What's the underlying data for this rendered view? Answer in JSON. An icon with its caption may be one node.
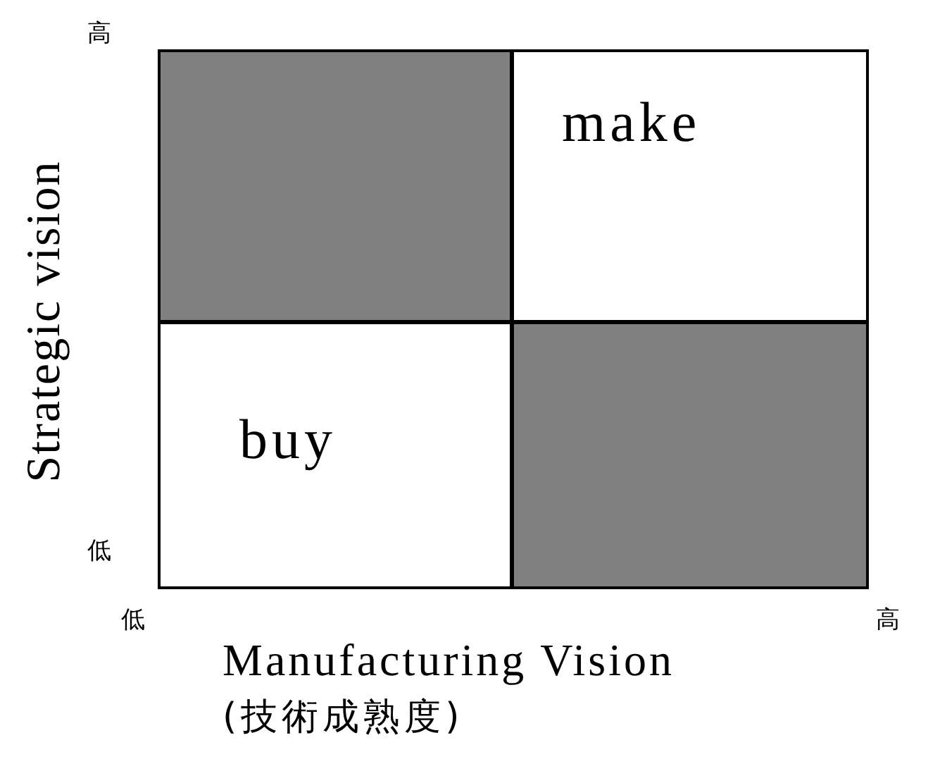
{
  "diagram": {
    "nodes": [
      {
        "text": [],
        "shape": "box"
      },
      {
        "text": [
          "make"
        ]
      },
      {
        "text": [
          "buy"
        ]
      },
      {
        "text": [],
        "shape": "box"
      }
    ],
    "labels": [
      "高",
      "Strategic vision",
      "低",
      "低",
      "高",
      "Manufacturing Vision",
      "(技術成熟度)"
    ]
  }
}
